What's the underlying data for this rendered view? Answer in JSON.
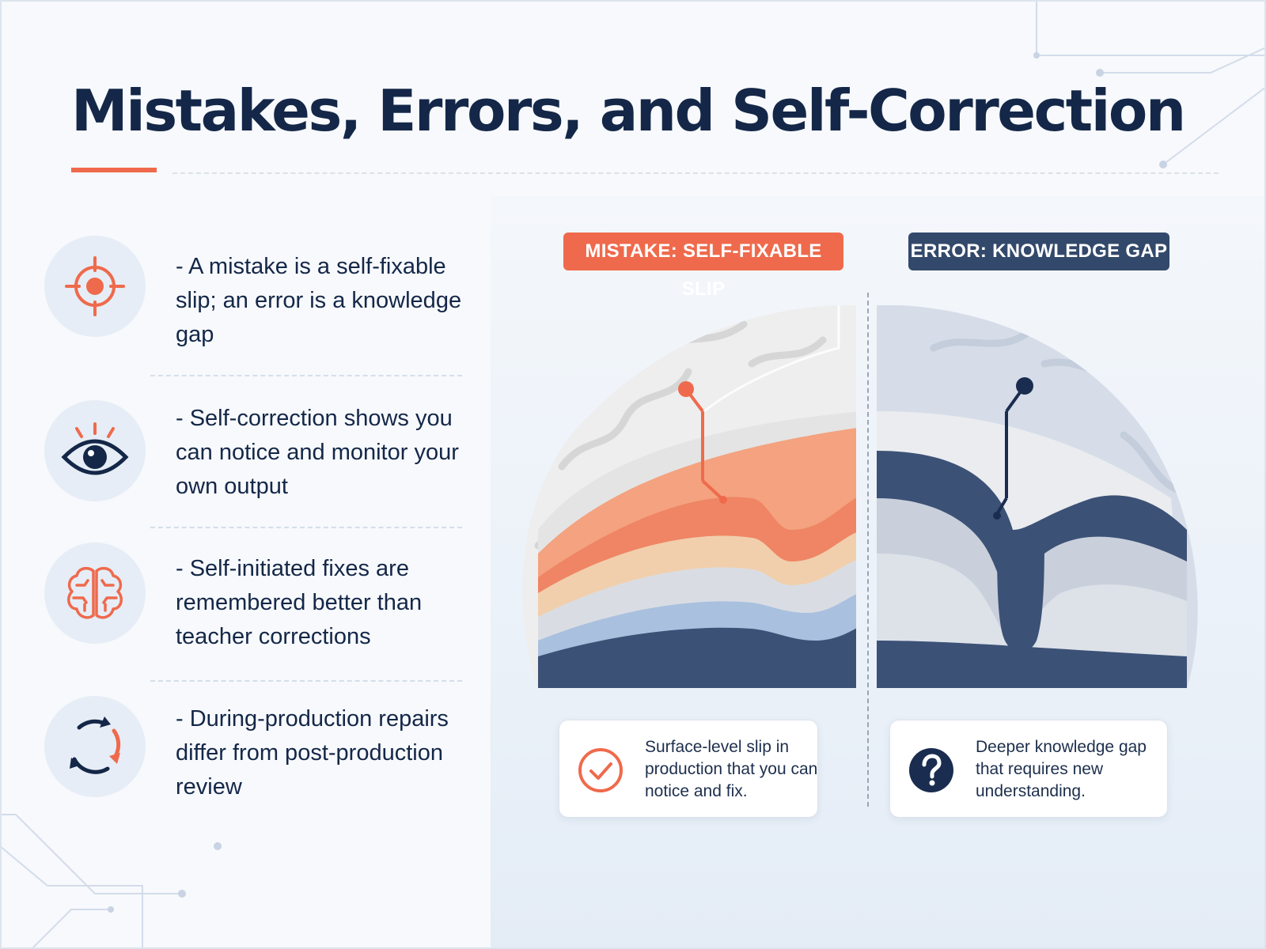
{
  "title": "Mistakes, Errors, and Self-Correction",
  "points": [
    {
      "icon": "target-icon",
      "text": "- A mistake is a self-fixable slip; an error is a knowledge gap"
    },
    {
      "icon": "eye-icon",
      "text": "- Self-correction shows you can notice and monitor your own output"
    },
    {
      "icon": "brain-icon",
      "text": "- Self-initiated fixes are remembered better than teacher corrections"
    },
    {
      "icon": "cycle-arrows-icon",
      "text": "- During-production repairs differ from post-production review"
    }
  ],
  "diagram": {
    "mistake_label": "MISTAKE: SELF-FIXABLE SLIP",
    "error_label": "ERROR: KNOWLEDGE GAP",
    "mistake_caption": "Surface-level slip in production that you can notice and fix.",
    "error_caption": "Deeper knowledge gap that requires new understanding."
  },
  "colors": {
    "navy": "#142748",
    "accent_orange": "#ef6a4c",
    "slate": "#33496b",
    "icon_bg": "#e6edf6"
  }
}
